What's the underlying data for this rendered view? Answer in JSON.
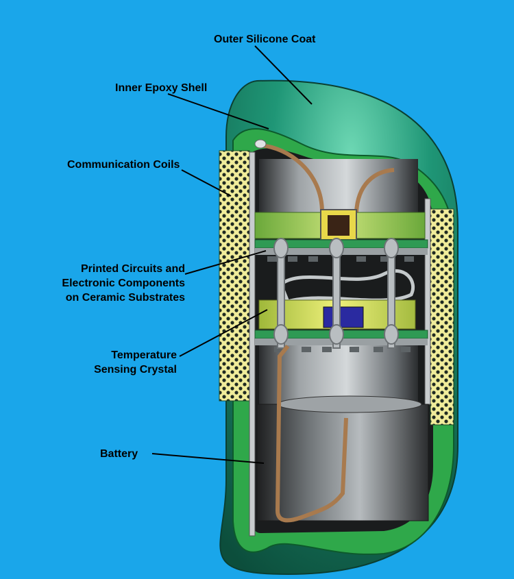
{
  "labels": {
    "outer_silicone_coat": "Outer Silicone Coat",
    "inner_epoxy_shell": "Inner Epoxy Shell",
    "communication_coils": "Communication Coils",
    "printed_circuits": [
      "Printed Circuits and",
      "Electronic Components",
      "on Ceramic Substrates"
    ],
    "temperature_sensing": [
      "Temperature",
      "Sensing Crystal"
    ],
    "battery": "Battery"
  },
  "colors": {
    "background": "#1aa6ea",
    "silicone": "#1d8c6c",
    "epoxy": "#2fa84a",
    "coil": "#f0ec9a",
    "board": "#2f9a54",
    "crystal": "#d8e060",
    "battery": "#8a8f92",
    "wire": "#a87a4e"
  }
}
